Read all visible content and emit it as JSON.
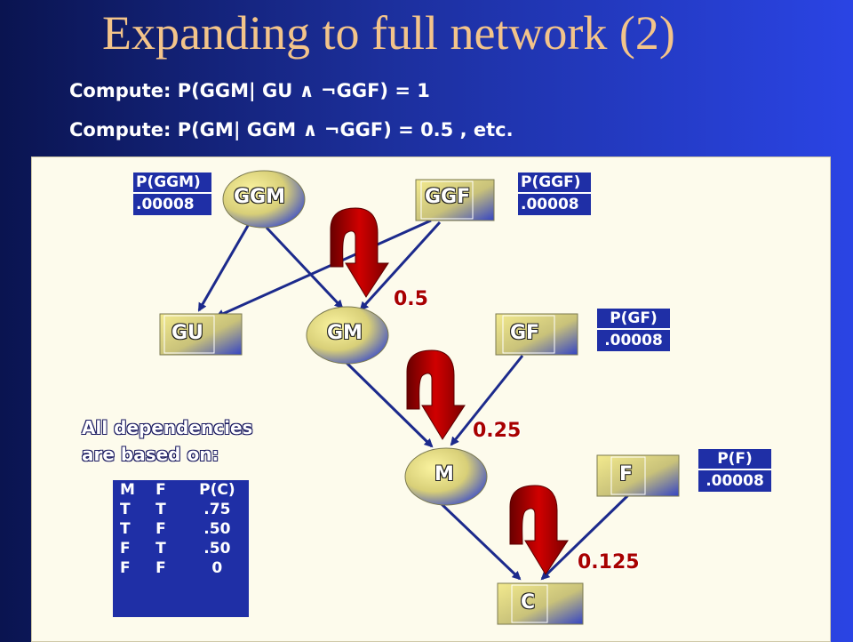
{
  "slide": {
    "title": "Expanding to full network (2)",
    "compute_lines": [
      "Compute: P(GGM| GU ∧ ¬GGF) = 1",
      "Compute: P(GM| GGM ∧ ¬GGF) = 0.5 , etc."
    ]
  },
  "nodes": {
    "GGM": "GGM",
    "GGF": "GGF",
    "GU": "GU",
    "GM": "GM",
    "GF": "GF",
    "M": "M",
    "F": "F",
    "C": "C"
  },
  "priors": {
    "ggm": {
      "head": "P(GGM)",
      "val": ".00008"
    },
    "ggf": {
      "head": "P(GGF)",
      "val": ".00008"
    },
    "gf": {
      "head": "P(GF)",
      "val": ".00008"
    },
    "f": {
      "head": "P(F)",
      "val": ".00008"
    }
  },
  "edge_labels": {
    "e1": "0.5",
    "e2": "0.25",
    "e3": "0.125"
  },
  "dependencies": {
    "text_line1": "All dependencies",
    "text_line2": "are based on:",
    "header": [
      "M",
      "F",
      "P(C)"
    ],
    "rows": [
      [
        "T",
        "T",
        ".75"
      ],
      [
        "T",
        "F",
        ".50"
      ],
      [
        "F",
        "T",
        ".50"
      ],
      [
        "F",
        "F",
        "0"
      ]
    ]
  },
  "colors": {
    "node_yellow": "#e6de7c",
    "node_blue": "#3e4fc8",
    "arrow_red": "#b00000",
    "edge": "#1c2a8c"
  }
}
